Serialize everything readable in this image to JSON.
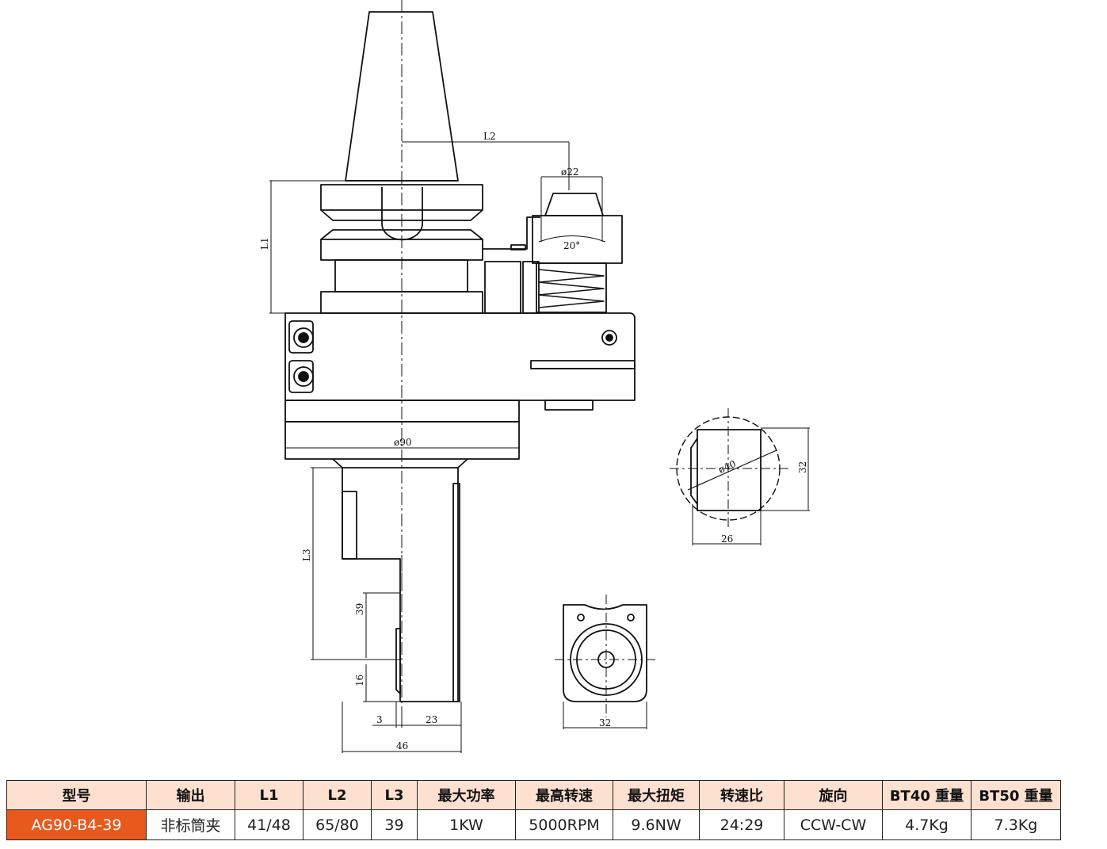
{
  "drawing": {
    "labels": {
      "L1": "L1",
      "L2": "L2",
      "L3": "L3",
      "d22": "ø22",
      "angle": "20°",
      "d90": "ø90",
      "d40": "ø40",
      "side32": "32",
      "w26": "26",
      "d39": "39",
      "d16": "16",
      "d3": "3",
      "d23": "23",
      "d46": "46",
      "b32": "32"
    }
  },
  "table": {
    "headers": [
      "型号",
      "输出",
      "L1",
      "L2",
      "L3",
      "最大功率",
      "最高转速",
      "最大扭矩",
      "转速比",
      "旋向",
      "BT40 重量",
      "BT50 重量"
    ],
    "row": [
      "AG90-B4-39",
      "非标筒夹",
      "41/48",
      "65/80",
      "39",
      "1KW",
      "5000RPM",
      "9.6NW",
      "24:29",
      "CCW-CW",
      "4.7Kg",
      "7.3Kg"
    ]
  },
  "colors": {
    "header_bg": "#fde0cf",
    "model_bg": "#e8591e",
    "line": "#111111"
  }
}
